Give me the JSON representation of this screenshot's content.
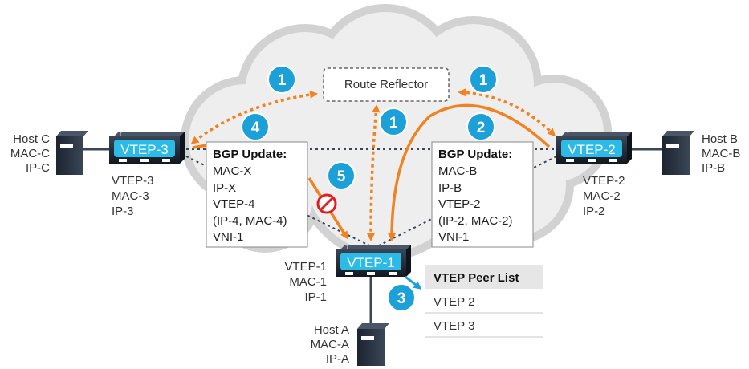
{
  "route_reflector": {
    "label": "Route Reflector"
  },
  "hosts": {
    "host_c": {
      "lines": [
        "Host C",
        "MAC-C",
        "IP-C"
      ]
    },
    "host_b": {
      "lines": [
        "Host B",
        "MAC-B",
        "IP-B"
      ]
    },
    "host_a": {
      "lines": [
        "Host A",
        "MAC-A",
        "IP-A"
      ]
    }
  },
  "vteps": {
    "vtep3": {
      "name": "VTEP-3",
      "info": [
        "VTEP-3",
        "MAC-3",
        "IP-3"
      ]
    },
    "vtep2": {
      "name": "VTEP-2",
      "info": [
        "VTEP-2",
        "MAC-2",
        "IP-2"
      ]
    },
    "vtep1": {
      "name": "VTEP-1",
      "info": [
        "VTEP-1",
        "MAC-1",
        "IP-1"
      ]
    }
  },
  "bgp_update_left": {
    "title": "BGP Update:",
    "lines": [
      "MAC-X",
      "IP-X",
      "VTEP-4",
      "(IP-4, MAC-4)",
      "VNI-1"
    ]
  },
  "bgp_update_right": {
    "title": "BGP Update:",
    "lines": [
      "MAC-B",
      "IP-B",
      "VTEP-2",
      "(IP-2, MAC-2)",
      "VNI-1"
    ]
  },
  "steps": {
    "step1_left": "1",
    "step1_center": "1",
    "step1_right": "1",
    "step2": "2",
    "step3": "3",
    "step4": "4",
    "step5": "5"
  },
  "peer_list": {
    "header": "VTEP Peer List",
    "items": [
      "VTEP 2",
      "VTEP 3"
    ]
  },
  "colors": {
    "arrow": "#f28220",
    "badge": "#1ba0d7",
    "vtep_label": "#2bbbe6",
    "switch": "#1c2430",
    "cloud_fill": "#eeeeee",
    "cloud_edge": "#d0d0d0",
    "blocked": "#e02020",
    "peer_header_bg": "#e6e6e6"
  }
}
